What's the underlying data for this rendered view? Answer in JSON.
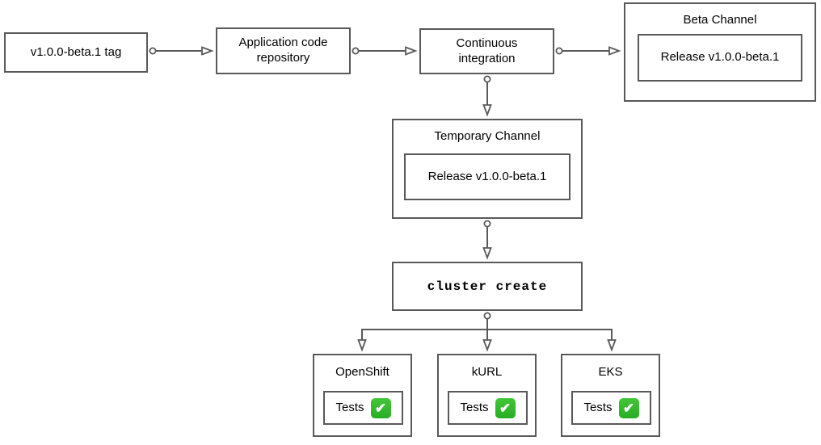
{
  "diagram": {
    "title": "Beta release CI/CD pipeline flowchart",
    "nodes": {
      "tag": {
        "label": "v1.0.0-beta.1 tag"
      },
      "repo": {
        "label": "Application code repository"
      },
      "ci": {
        "label": "Continuous integration"
      },
      "beta_channel": {
        "title": "Beta Channel",
        "release_label": "Release v1.0.0-beta.1"
      },
      "temporary_channel": {
        "title": "Temporary Channel",
        "release_label": "Release v1.0.0-beta.1"
      },
      "cluster_create": {
        "label": "cluster create"
      },
      "clusters": [
        {
          "title": "OpenShift",
          "tests_label": "Tests",
          "status_icon": "check-mark-button",
          "check_glyph": "✔"
        },
        {
          "title": "kURL",
          "tests_label": "Tests",
          "status_icon": "check-mark-button",
          "check_glyph": "✔"
        },
        {
          "title": "EKS",
          "tests_label": "Tests",
          "status_icon": "check-mark-button",
          "check_glyph": "✔"
        }
      ]
    },
    "edges": [
      {
        "from": "tag",
        "to": "repo"
      },
      {
        "from": "repo",
        "to": "ci"
      },
      {
        "from": "ci",
        "to": "beta_channel"
      },
      {
        "from": "ci",
        "to": "temporary_channel"
      },
      {
        "from": "temporary_channel",
        "to": "cluster_create"
      },
      {
        "from": "cluster_create",
        "to": "OpenShift"
      },
      {
        "from": "cluster_create",
        "to": "kURL"
      },
      {
        "from": "cluster_create",
        "to": "EKS"
      }
    ],
    "colors": {
      "stroke": "#595959",
      "text": "#000000",
      "canvas": "#ffffff",
      "check_green": "#2fb52c",
      "check_mark": "#ffffff"
    }
  }
}
